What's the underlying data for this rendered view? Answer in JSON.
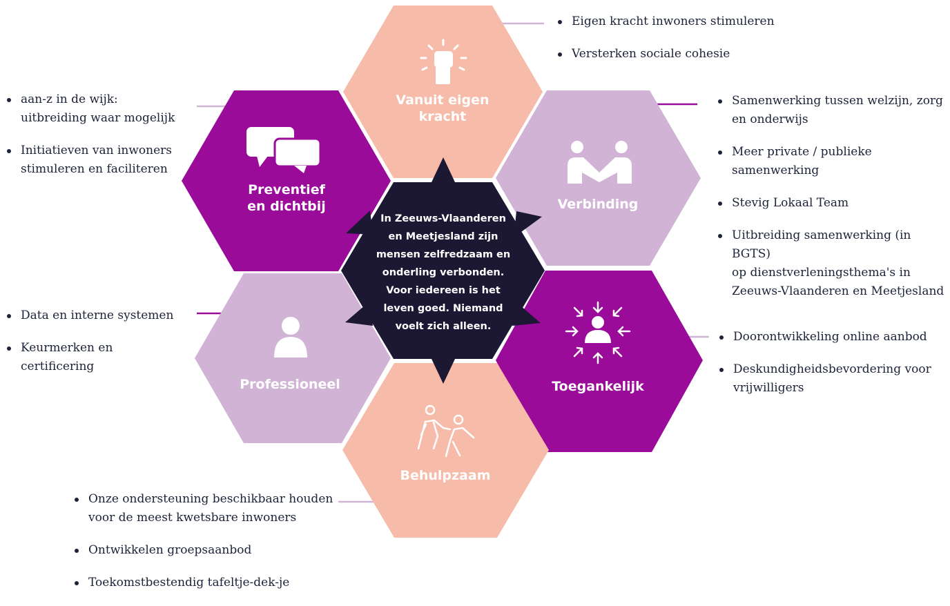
{
  "center": {
    "lines": [
      "In Zeeuws-Vlaanderen",
      "en Meetjesland zijn",
      "mensen zelfredzaam en",
      "onderling verbonden.",
      "Voor iedereen is het",
      "leven goed. Niemand",
      "voelt zich alleen."
    ]
  },
  "hexagons": {
    "top": {
      "label_lines": [
        "Vanuit eigen",
        "kracht"
      ],
      "icon": "raised-fist-icon",
      "color": "#f6bba9"
    },
    "upper_left": {
      "label_lines": [
        "Preventief",
        "en dichtbij"
      ],
      "icon": "chat-bubbles-icon",
      "color": "#9a0b9a"
    },
    "upper_right": {
      "label_lines": [
        "Verbinding"
      ],
      "icon": "handshake-people-icon",
      "color": "#d1b3d6"
    },
    "lower_left": {
      "label_lines": [
        "Professioneel"
      ],
      "icon": "person-icon",
      "color": "#d1b3d6"
    },
    "lower_right": {
      "label_lines": [
        "Toegankelijk"
      ],
      "icon": "person-arrows-icon",
      "color": "#9a0b9a"
    },
    "bottom": {
      "label_lines": [
        "Behulpzaam"
      ],
      "icon": "helping-hand-icon",
      "color": "#f6bba9"
    }
  },
  "center_color": "#1c1733",
  "lists": {
    "top": [
      "Eigen kracht inwoners stimuleren",
      "Versterken sociale cohesie"
    ],
    "upper_left": [
      "aan-z in de wijk:\nuitbreiding waar mogelijk",
      "Initiatieven van inwoners\nstimuleren en faciliteren"
    ],
    "upper_right": [
      "Samenwerking tussen welzijn, zorg\nen onderwijs",
      "Meer private / publieke\nsamenwerking",
      "Stevig Lokaal Team",
      "Uitbreiding samenwerking (in BGTS)\nop dienstverleningsthema's in\nZeeuws-Vlaanderen en Meetjesland"
    ],
    "lower_left": [
      "Data en interne systemen",
      "Keurmerken en\ncertificering"
    ],
    "lower_right": [
      "Doorontwikkeling online aanbod",
      "Deskundigheidsbevordering voor\nvrijwilligers"
    ],
    "bottom": [
      "Onze ondersteuning beschikbaar houden\nvoor de meest kwetsbare inwoners",
      "Ontwikkelen groepsaanbod",
      "Toekomstbestendig tafeltje-dek-je"
    ]
  }
}
